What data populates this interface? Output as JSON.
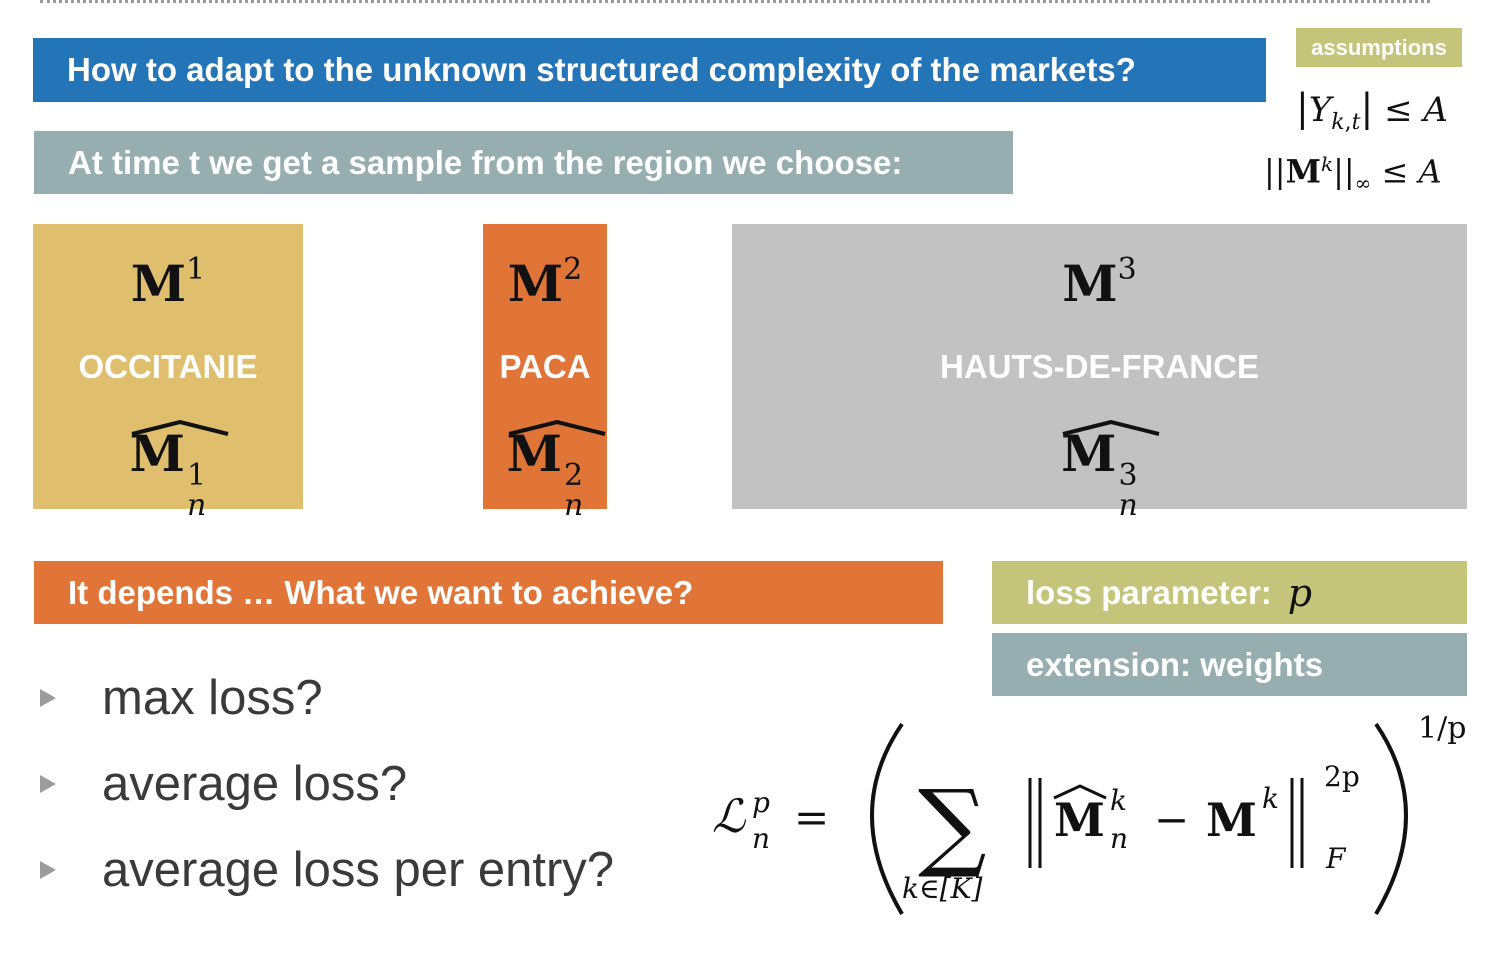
{
  "banners": {
    "question": "How to adapt to the unknown structured complexity of the markets?",
    "sample": "At time t we get a sample from the region we choose:",
    "depends": "It depends … What we want to achieve?",
    "loss_param_label": "loss parameter:",
    "loss_param_symbol": "p",
    "extension": "extension: weights"
  },
  "assumptions": {
    "tag": "assumptions",
    "line1": "|Y_{k,t}| ≤ A",
    "line2": "||M^k||_∞ ≤ A"
  },
  "regions": [
    {
      "matrix": "M",
      "index": "1",
      "name": "OCCITANIE",
      "hat_sub": "n",
      "color": "#dfbf6d"
    },
    {
      "matrix": "M",
      "index": "2",
      "name": "PACA",
      "hat_sub": "n",
      "color": "#e07537"
    },
    {
      "matrix": "M",
      "index": "3",
      "name": "HAUTS-DE-FRANCE",
      "hat_sub": "n",
      "color": "#c2c2c2"
    }
  ],
  "bullets": [
    "max loss?",
    "average loss?",
    "average loss  per entry?"
  ],
  "formula": {
    "lhs": "L_n^p",
    "equals": "=",
    "sum_index": "k∈[K]",
    "term_hat": "M_n^k",
    "minus": "−",
    "term": "M^k",
    "norm_sub": "F",
    "norm_sup": "2p",
    "outer_exp": "1/p"
  },
  "colors": {
    "blue": "#2474b8",
    "teal_gray": "#96aeb0",
    "orange": "#e07537",
    "olive": "#c4c47a",
    "gold": "#dfbf6d",
    "gray": "#c2c2c2"
  }
}
